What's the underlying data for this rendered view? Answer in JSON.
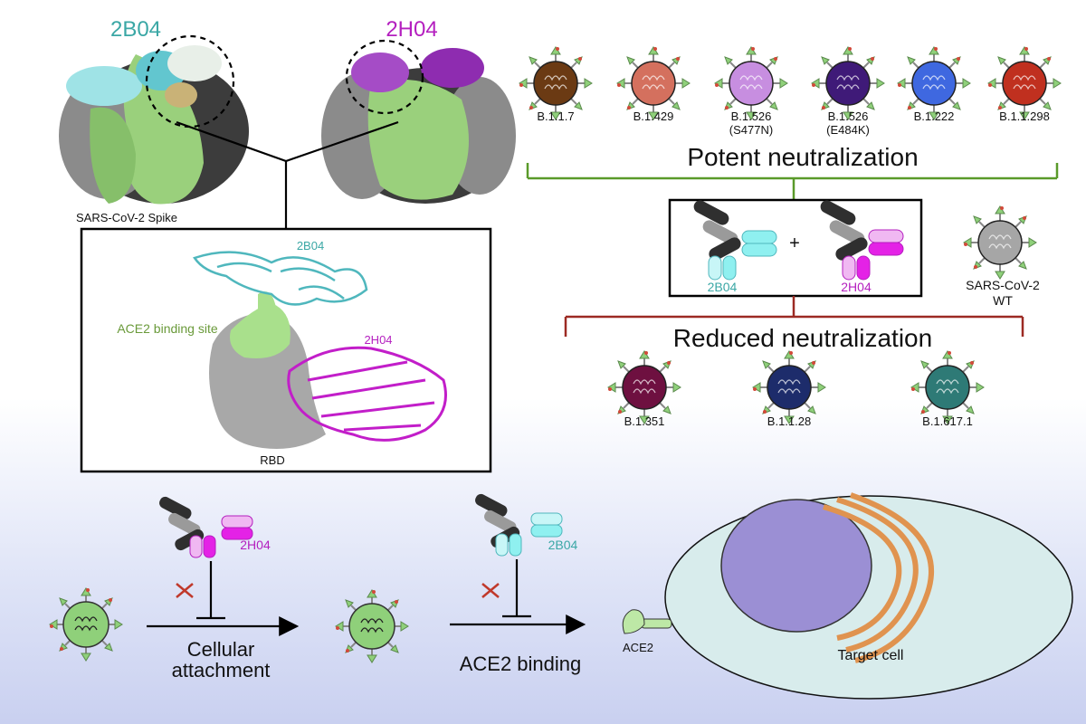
{
  "top": {
    "ab1_label": "2B04",
    "ab2_label": "2H04",
    "spike_caption": "SARS-CoV-2 Spike"
  },
  "structure": {
    "ab1_label": "2B04",
    "ab2_label": "2H04",
    "site_label": "ACE2 binding site",
    "rbd_caption": "RBD"
  },
  "variants_top": [
    {
      "line1": "B.1.1.7",
      "line2": "",
      "color": "#6b3a13"
    },
    {
      "line1": "B.1.429",
      "line2": "",
      "color": "#d4705e"
    },
    {
      "line1": "B.1.526",
      "line2": "(S477N)",
      "color": "#c78ee0"
    },
    {
      "line1": "B.1.526",
      "line2": "(E484K)",
      "color": "#3f1a78"
    },
    {
      "line1": "B.1.222",
      "line2": "",
      "color": "#3f68e0"
    },
    {
      "line1": "B.1.1.298",
      "line2": "",
      "color": "#c0301f"
    }
  ],
  "potent_label": "Potent neutralization",
  "cocktail": {
    "ab1_label": "2B04",
    "ab2_label": "2H04",
    "plus": "+"
  },
  "wt": {
    "line1": "SARS-CoV-2",
    "line2": "WT",
    "color": "#a6a6a6"
  },
  "reduced_label": "Reduced neutralization",
  "variants_bottom": [
    {
      "line1": "B.1.351",
      "color": "#6e1040"
    },
    {
      "line1": "B.1.1.28",
      "color": "#1d2c6b"
    },
    {
      "line1": "B.1.617.1",
      "color": "#2e7a76"
    }
  ],
  "mechanism": {
    "ab_left_label": "2H04",
    "ab_right_label": "2B04",
    "step1_line1": "Cellular",
    "step1_line2": "attachment",
    "step2_label": "ACE2 binding",
    "receptor_label": "ACE2",
    "cell_label": "Target cell"
  },
  "colors": {
    "teal": "#3aa7a5",
    "magenta": "#b41fbf",
    "green_line": "#5a9a2a",
    "red_line": "#9c2a23",
    "block_red": "#c0392b"
  }
}
